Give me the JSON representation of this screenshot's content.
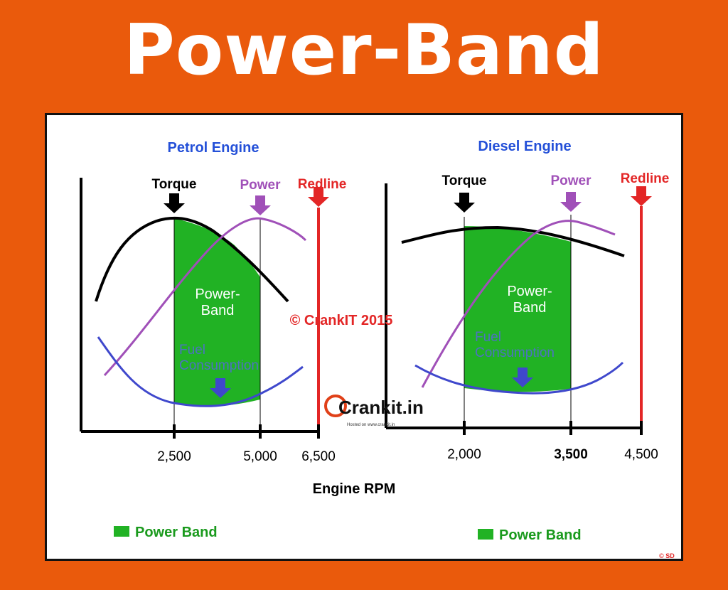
{
  "page": {
    "title": "Power-Band"
  },
  "chart_data": [
    {
      "type": "line",
      "title": "Petrol Engine",
      "xlabel": "Engine RPM",
      "x_ticks": [
        2500,
        5000,
        6500
      ],
      "x_tick_labels": [
        "2,500",
        "5,000",
        "6,500"
      ],
      "markers": [
        {
          "label": "Torque",
          "rpm": 2500,
          "color": "#000000"
        },
        {
          "label": "Power",
          "rpm": 5000,
          "color": "#a050b8"
        },
        {
          "label": "Redline",
          "rpm": 6500,
          "color": "#e32626"
        }
      ],
      "power_band": {
        "label": "Power-\nBand",
        "from": 2500,
        "to": 5000
      },
      "series": [
        {
          "name": "Torque",
          "color": "#000000"
        },
        {
          "name": "Power",
          "color": "#a050b8"
        },
        {
          "name": "Fuel Consumption",
          "color": "#3f48cc"
        }
      ],
      "fuel_label": "Fuel\nConsumption",
      "legend": "Power Band"
    },
    {
      "type": "line",
      "title": "Diesel Engine",
      "xlabel": "Engine RPM",
      "x_ticks": [
        2000,
        3500,
        4500
      ],
      "x_tick_labels": [
        "2,000",
        "3,500",
        "4,500"
      ],
      "markers": [
        {
          "label": "Torque",
          "rpm": 2000,
          "color": "#000000"
        },
        {
          "label": "Power",
          "rpm": 3500,
          "color": "#a050b8"
        },
        {
          "label": "Redline",
          "rpm": 4500,
          "color": "#e32626"
        }
      ],
      "power_band": {
        "label": "Power-\nBand",
        "from": 2000,
        "to": 3500
      },
      "series": [
        {
          "name": "Torque",
          "color": "#000000"
        },
        {
          "name": "Power",
          "color": "#a050b8"
        },
        {
          "name": "Fuel Consumption",
          "color": "#3f48cc"
        }
      ],
      "fuel_label": "Fuel\nConsumption",
      "legend": "Power Band"
    }
  ],
  "xlabel": "Engine RPM",
  "watermark": "© CrankIT 2015",
  "logo": {
    "text": "Crankit.in",
    "subtext": "Hosted on www.crankit.in"
  },
  "signature": "© SD",
  "colors": {
    "background": "#ea5a0c",
    "band": "#21b224",
    "redline": "#e32626",
    "title_blue": "#2450d8",
    "fuel": "#3f48cc",
    "power": "#a050b8"
  }
}
